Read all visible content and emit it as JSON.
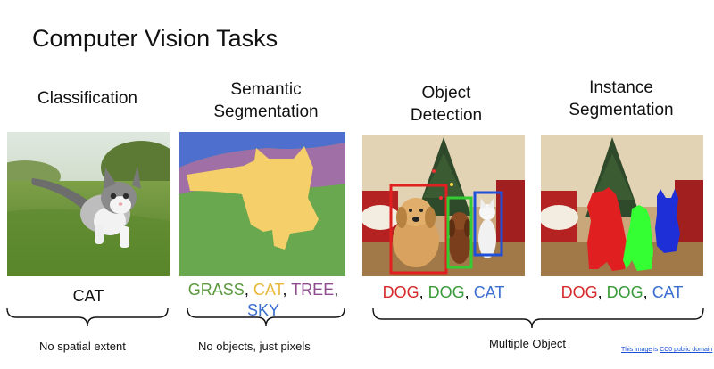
{
  "title": "Computer Vision Tasks",
  "tasks": [
    {
      "title_line1": "Classification",
      "title_line2": ""
    },
    {
      "title_line1": "Semantic",
      "title_line2": "Segmentation"
    },
    {
      "title_line1": "Object",
      "title_line2": "Detection"
    },
    {
      "title_line1": "Instance",
      "title_line2": "Segmentation"
    }
  ],
  "labels": {
    "classification": [
      {
        "text": "CAT",
        "color": "#111111"
      }
    ],
    "semantic": [
      {
        "text": "GRASS",
        "color": "#5a9a3c"
      },
      {
        "text": ", ",
        "color": "#111111"
      },
      {
        "text": "CAT",
        "color": "#e8b83c"
      },
      {
        "text": ", ",
        "color": "#111111"
      },
      {
        "text": "TREE",
        "color": "#8e4c8e"
      },
      {
        "text": ",",
        "color": "#111111"
      },
      {
        "text": "SKY",
        "color": "#3a6fd0"
      }
    ],
    "detection": [
      {
        "text": "DOG",
        "color": "#d62a2a"
      },
      {
        "text": ", ",
        "color": "#111111"
      },
      {
        "text": "DOG",
        "color": "#3a9a3a"
      },
      {
        "text": ", ",
        "color": "#111111"
      },
      {
        "text": "CAT",
        "color": "#3a6fd0"
      }
    ],
    "instance": [
      {
        "text": "DOG",
        "color": "#d62a2a"
      },
      {
        "text": ", ",
        "color": "#111111"
      },
      {
        "text": "DOG",
        "color": "#3a9a3a"
      },
      {
        "text": ", ",
        "color": "#111111"
      },
      {
        "text": "CAT",
        "color": "#3a6fd0"
      }
    ]
  },
  "captions": {
    "classification": "No spatial extent",
    "semantic": "No objects, just pixels",
    "multiple": "Multiple Object"
  },
  "credit": {
    "link1": "This image",
    "mid": " is ",
    "link2": "CC0 public domain"
  },
  "colors": {
    "sky": "#4f6fcf",
    "tree": "#a06fa6",
    "grass": "#6aa84f",
    "cat_mask": "#f5cf6a",
    "red": "#e02020",
    "green": "#33cc33",
    "blue": "#1f4fd8"
  }
}
